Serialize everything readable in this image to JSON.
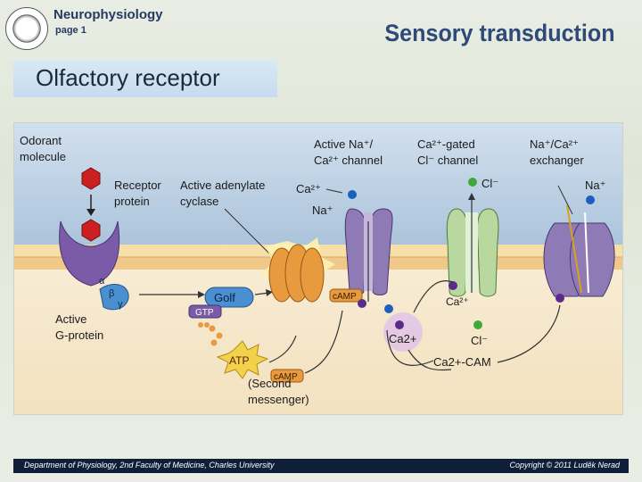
{
  "header": {
    "brand": "Neurophysiology",
    "page_label": "page 1",
    "title": "Sensory transduction"
  },
  "section": {
    "subtitle": "Olfactory receptor"
  },
  "diagram": {
    "labels": {
      "odorant": "Odorant molecule",
      "receptor": "Receptor protein",
      "adenylate": "Active adenylate cyclase",
      "na_ca_channel": "Active Na+/ Ca2+ channel",
      "ca_gated_cl": "Ca2+-gated Cl− channel",
      "exchanger": "Na+/Ca2+ exchanger",
      "active_gprotein": "Active G-protein",
      "g_olf": "Golf",
      "gtp": "GTP",
      "atp": "ATP",
      "camp": "cAMP",
      "camp_channel": "cAMP",
      "second_messenger": "(Second messenger)",
      "ca_ion": "Ca2+",
      "na_ion": "Na+",
      "cl_ion": "Cl−",
      "ca_cam": "Ca2+-CAM",
      "alpha": "α",
      "beta": "β",
      "gamma": "γ"
    },
    "colors": {
      "membrane": "#f3cf8f",
      "cytoplasm": "#f6e7c8",
      "extracellular": "#b8cde0",
      "receptor": "#7b5ba8",
      "hexagon": "#cc1f1f",
      "adenylate": "#e79a3e",
      "channel_purple": "#8e7bb5",
      "channel_green": "#b8d8a0",
      "ca_dot": "#5a2b8a",
      "na_dot": "#1b5fbf",
      "cl_dot": "#3fa83a"
    }
  },
  "footer": {
    "left": "Department of Physiology, 2nd Faculty of Medicine, Charles University",
    "right": "Copyright © 2011 Luděk Nerad"
  }
}
